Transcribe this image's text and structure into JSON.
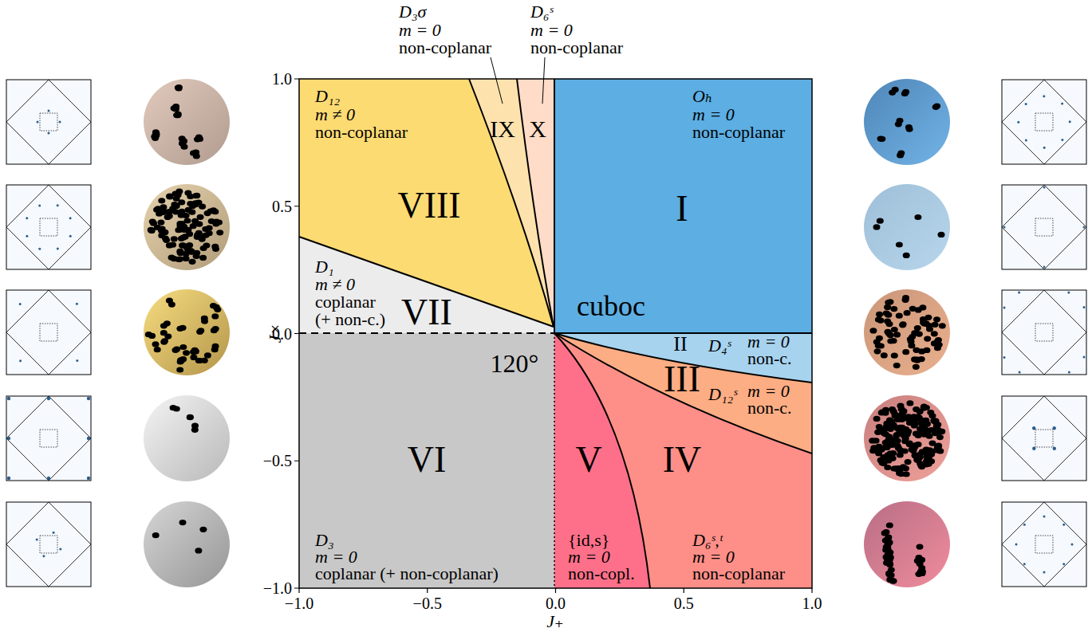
{
  "diagram": {
    "nodes": [
      {
        "text": [
          "D₁₂",
          "m ≠ 0",
          "non-coplanar",
          "VIII"
        ]
      },
      {
        "text": [
          "D₃σ",
          "m = 0",
          "non-coplanar",
          "IX"
        ]
      },
      {
        "text": [
          "D₆ˢ",
          "m = 0",
          "non-coplanar",
          "X"
        ]
      },
      {
        "text": [
          "Oₕ",
          "m = 0",
          "non-coplanar",
          "I"
        ]
      },
      {
        "text": [
          "D₁",
          "m ≠ 0",
          "coplanar",
          "(+ non-c.)",
          "VII"
        ]
      },
      {
        "text": [
          "II",
          "D₄ˢ",
          "m = 0",
          "non-c."
        ]
      },
      {
        "text": [
          "III",
          "D₁₂ˢ",
          "m = 0",
          "non-c."
        ]
      },
      {
        "text": [
          "VI",
          "D₃",
          "m = 0",
          "coplanar (+ non-coplanar)"
        ]
      },
      {
        "text": [
          "V",
          "{id,s}",
          "m = 0",
          "non-copl."
        ]
      },
      {
        "text": [
          "IV",
          "D₆ˢ,ᵗ",
          "m = 0",
          "non-coplanar"
        ]
      }
    ],
    "labels": [
      "cuboc",
      "120°",
      "−1.0",
      "−0.5",
      "0.0",
      "0.5",
      "1.0",
      "−1.0",
      "−0.5",
      "0.0",
      "0.5",
      "1.0",
      "J₊",
      "J×"
    ]
  }
}
